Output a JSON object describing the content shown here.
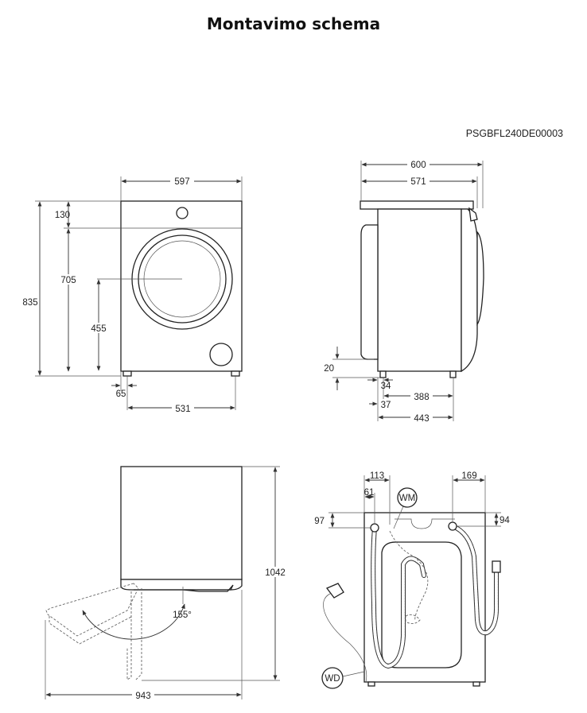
{
  "title": "Montavimo schema",
  "drawing_code": "PSGBFL240DE00003",
  "front_view": {
    "width": "597",
    "top_height": "130",
    "door_center_height": "705",
    "door_bottom_height": "455",
    "total_height": "835",
    "foot_offset": "65",
    "foot_spacing": "531"
  },
  "side_view": {
    "depth_total": "600",
    "depth_body": "571",
    "foot_height": "20",
    "foot_front": "34",
    "foot_spacing": "388",
    "foot_inset": "37",
    "foot_span": "443"
  },
  "top_view": {
    "total_depth_door_open": "1042",
    "door_angle": "155°",
    "total_width_door_open": "943"
  },
  "rear_view": {
    "drain_offset": "113",
    "drain_small_offset": "61",
    "inlet_offset": "169",
    "drain_height": "97",
    "inlet_height": "94",
    "label_wm": "WM",
    "label_wd": "WD"
  }
}
